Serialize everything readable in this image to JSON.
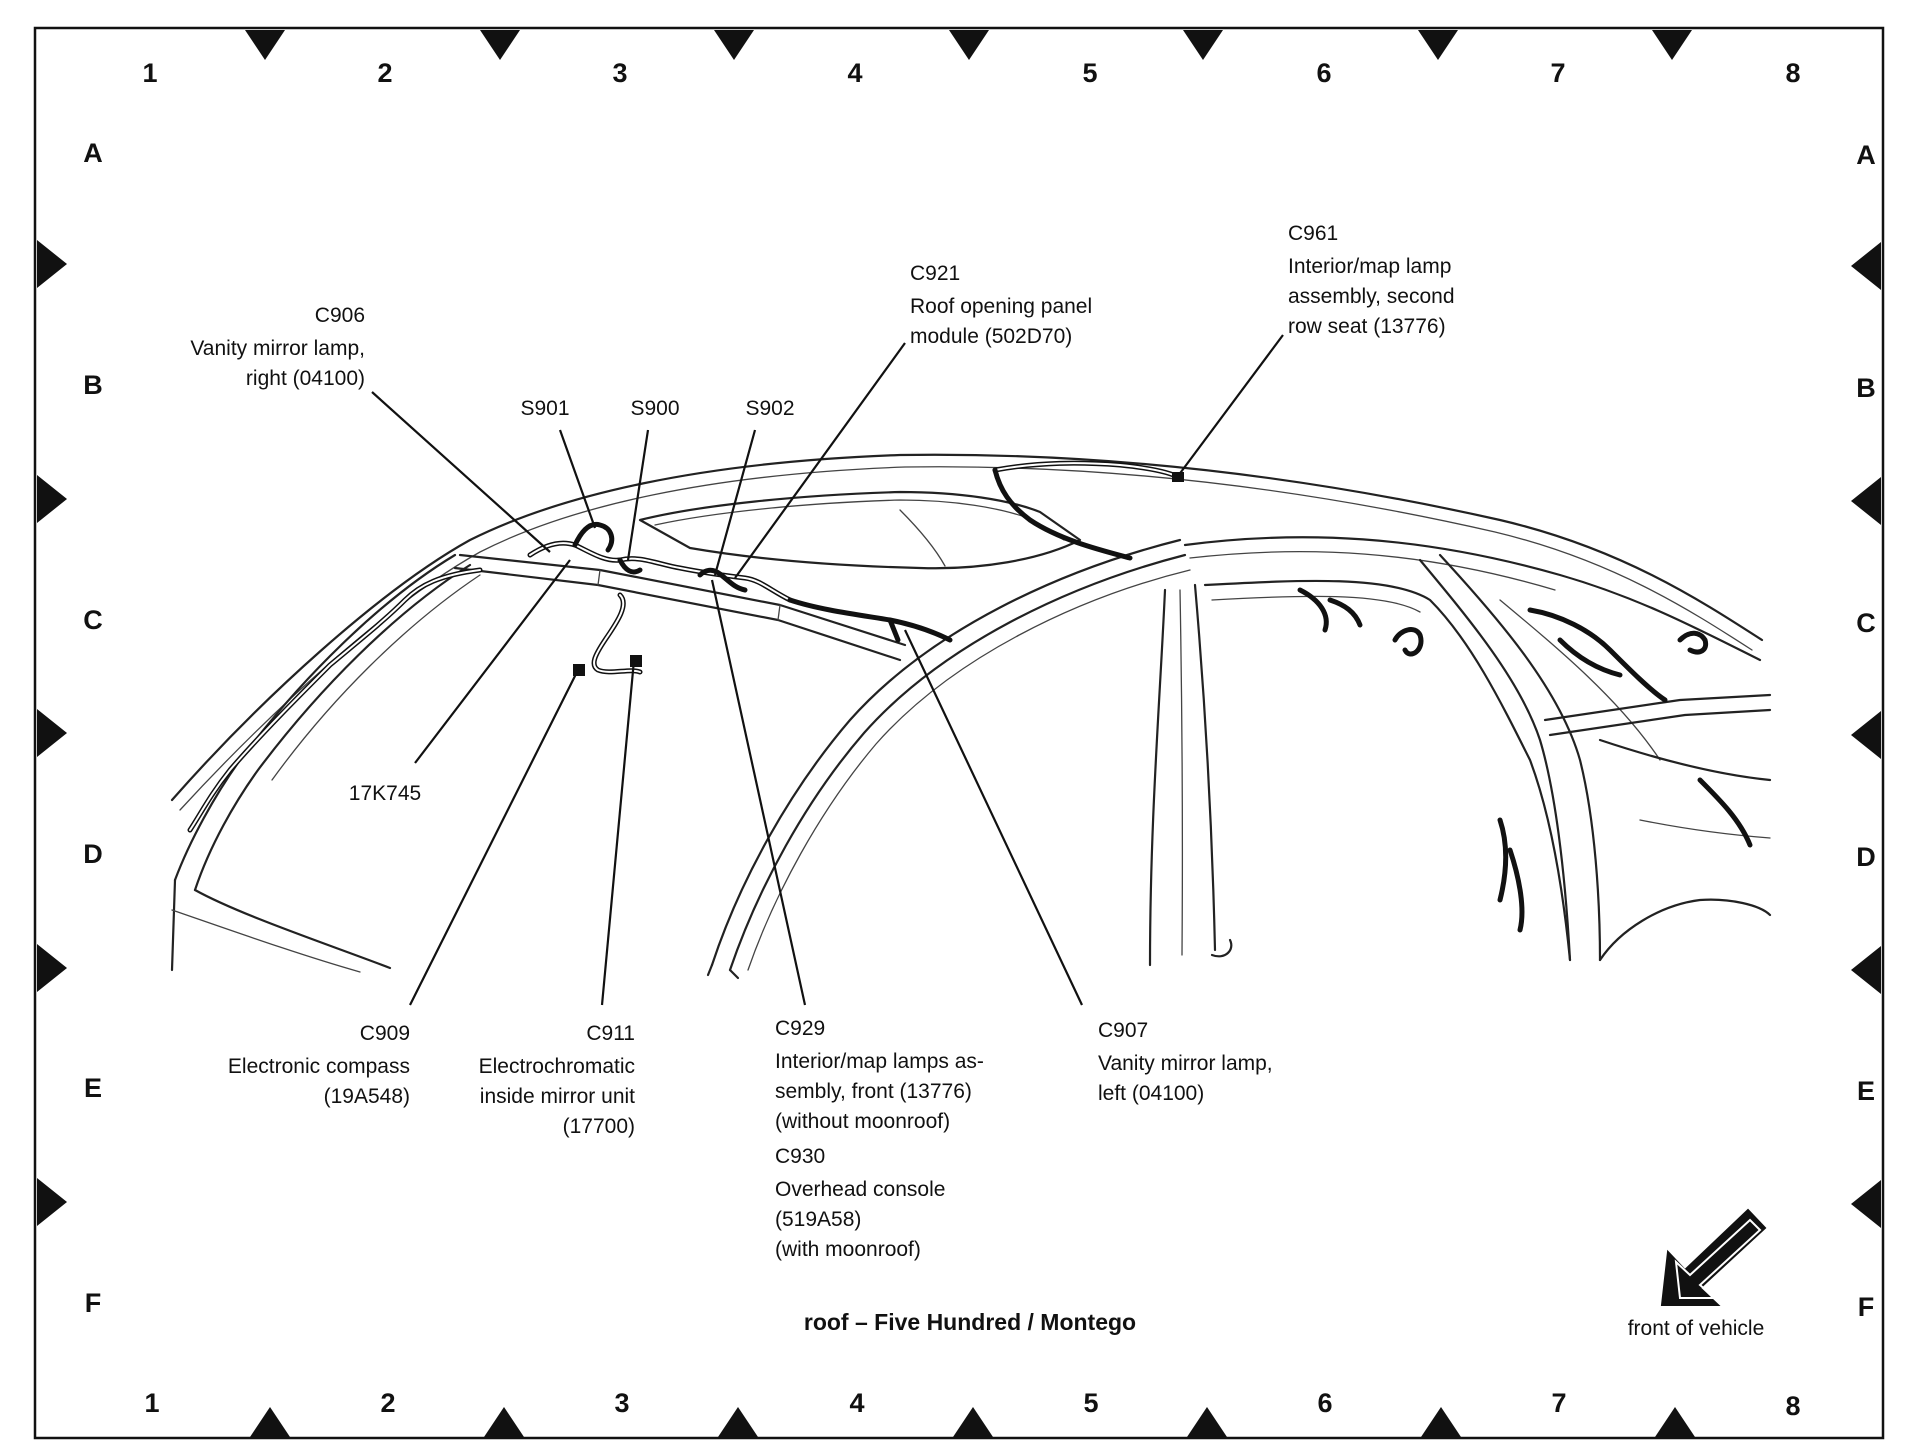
{
  "title": "roof – Five Hundred / Montego",
  "orientation": "front of vehicle",
  "grid": {
    "columns": [
      "1",
      "2",
      "3",
      "4",
      "5",
      "6",
      "7",
      "8"
    ],
    "rows": [
      "A",
      "B",
      "C",
      "D",
      "E",
      "F"
    ]
  },
  "callouts": {
    "c906": {
      "id": "C906",
      "lines": [
        "Vanity mirror lamp,",
        "right (04100)"
      ]
    },
    "s901": {
      "id": "S901"
    },
    "s900": {
      "id": "S900"
    },
    "s902": {
      "id": "S902"
    },
    "c921": {
      "id": "C921",
      "lines": [
        "Roof opening panel",
        "module (502D70)"
      ]
    },
    "c961": {
      "id": "C961",
      "lines": [
        "Interior/map lamp",
        "assembly, second",
        "row seat (13776)"
      ]
    },
    "k17k745": {
      "id": "17K745"
    },
    "c909": {
      "id": "C909",
      "lines": [
        "Electronic compass",
        "(19A548)"
      ]
    },
    "c911": {
      "id": "C911",
      "lines": [
        "Electrochromatic",
        "inside mirror unit",
        "(17700)"
      ]
    },
    "c929": {
      "id": "C929",
      "lines": [
        "Interior/map lamps as-",
        "sembly, front (13776)",
        "(without moonroof)"
      ]
    },
    "c930": {
      "id": "C930",
      "lines": [
        "Overhead console",
        "(519A58)",
        "(with moonroof)"
      ]
    },
    "c907": {
      "id": "C907",
      "lines": [
        "Vanity mirror lamp,",
        "left (04100)"
      ]
    }
  }
}
